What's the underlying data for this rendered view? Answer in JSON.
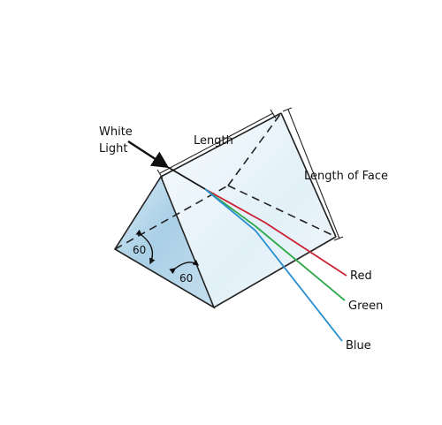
{
  "labels": {
    "incoming_line1": "White",
    "incoming_line2": "Light",
    "length": "Length",
    "length_of_face": "Length of Face",
    "angle_left": "60",
    "angle_bottom": "60"
  },
  "beams": [
    {
      "name": "Red",
      "color": "#cc2233"
    },
    {
      "name": "Green",
      "color": "#2ea84a"
    },
    {
      "name": "Blue",
      "color": "#2a8fd0"
    }
  ],
  "colors": {
    "incoming_beam": "#111111",
    "prism_front": "#b9d9ec",
    "prism_side": "#eef6fb",
    "prism_back": "#cfe0ea",
    "outline": "#222222"
  }
}
